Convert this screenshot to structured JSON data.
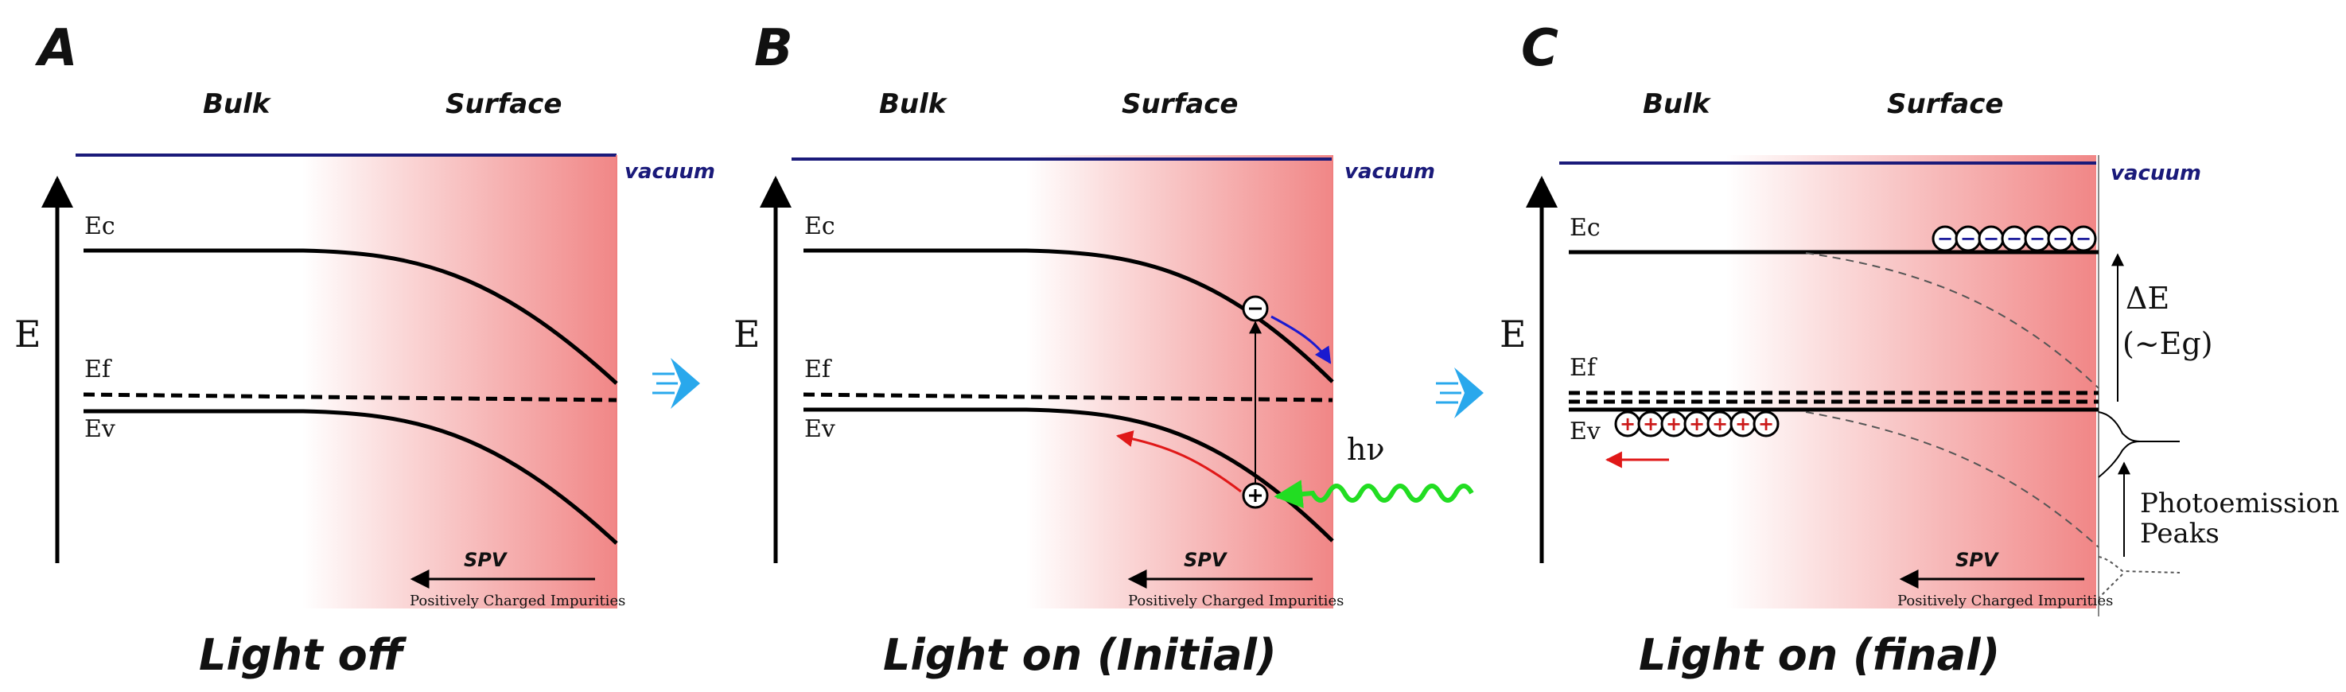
{
  "panels": [
    {
      "letter": "A",
      "bulk_label": "Bulk",
      "surface_label": "Surface",
      "vacuum_label": "vacuum",
      "ec_label": "Ec",
      "ef_label": "Ef",
      "ev_label": "Ev",
      "axis_label": "E",
      "spv_label": "SPV",
      "impurities_label": "Positively Charged Impurities",
      "caption": "Light off"
    },
    {
      "letter": "B",
      "bulk_label": "Bulk",
      "surface_label": "Surface",
      "vacuum_label": "vacuum",
      "ec_label": "Ec",
      "ef_label": "Ef",
      "ev_label": "Ev",
      "axis_label": "E",
      "spv_label": "SPV",
      "impurities_label": "Positively Charged Impurities",
      "caption": "Light on (Initial)",
      "photon_label": "hν"
    },
    {
      "letter": "C",
      "bulk_label": "Bulk",
      "surface_label": "Surface",
      "vacuum_label": "vacuum",
      "ec_label": "Ec",
      "ef_label": "Ef",
      "ev_label": "Ev",
      "axis_label": "E",
      "spv_label": "SPV",
      "impurities_label": "Positively Charged Impurities",
      "caption": "Light on (final)",
      "delta_label": "ΔE",
      "eg_label": "(~Eg)",
      "photoemission_label": "Photoemission",
      "peaks_label": "Peaks"
    }
  ],
  "charges": {
    "electron_symbol": "−",
    "hole_symbol": "+",
    "electron_count": 7,
    "hole_count": 7
  },
  "colors": {
    "surface_gradient": "#f08080",
    "vacuum_line": "#1a1a7a",
    "transition_arrow": "#29a8ec",
    "electron_arrow": "#1a1ad0",
    "hole_arrow": "#e01818",
    "photon_wave": "#22dd22",
    "electron_charge": "#1a1a9a",
    "hole_charge": "#cc1a1a"
  }
}
